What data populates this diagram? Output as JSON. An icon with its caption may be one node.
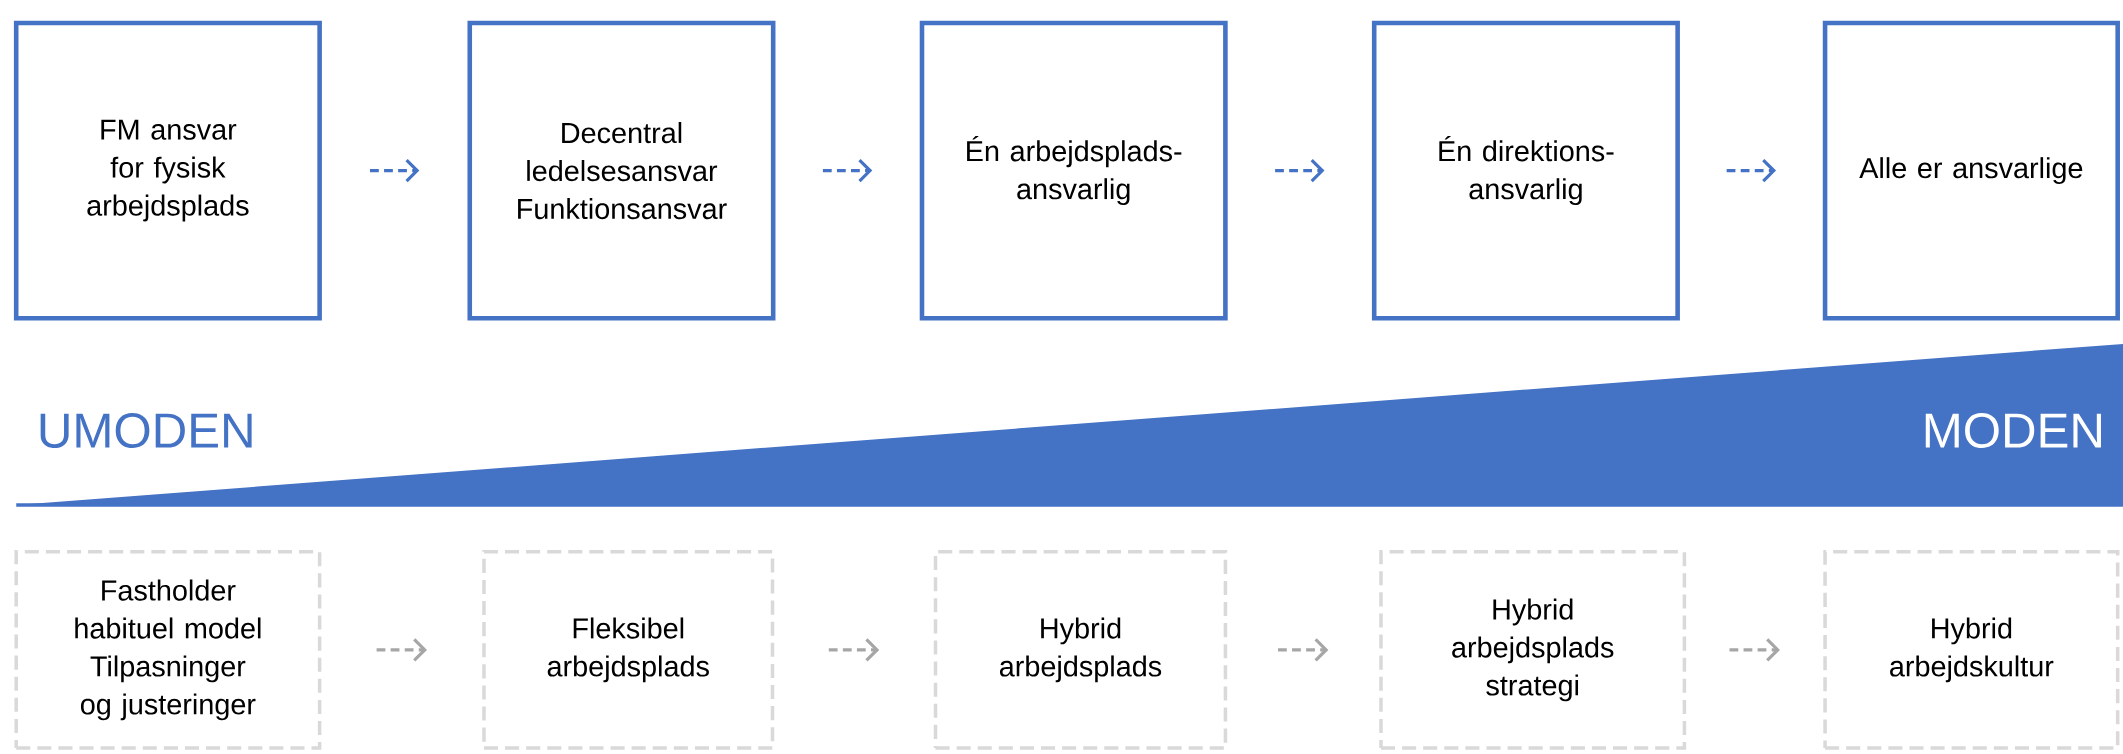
{
  "diagram": {
    "nodes": [
      {
        "text": [
          "FM ansvar for fysisk arbejdsplads"
        ]
      },
      {
        "text": [
          "Decentral ledelsesansvar Funktionsansvar"
        ]
      },
      {
        "text": [
          "Én arbejdsplads-ansvarlig"
        ]
      },
      {
        "text": [
          "Én direktions-ansvarlig"
        ]
      },
      {
        "text": [
          "Alle er ansvarlige"
        ]
      },
      {
        "text": [
          "Fastholder habituel model Tilpasninger og justeringer"
        ]
      },
      {
        "text": [
          "Fleksibel arbejdsplads"
        ]
      },
      {
        "text": [
          "Hybrid arbejdsplads"
        ]
      },
      {
        "text": [
          "Hybrid arbejdsplads strategi"
        ]
      },
      {
        "text": [
          "Hybrid arbejdskultur"
        ]
      }
    ],
    "edges": [
      {
        "from": 0,
        "to": 1,
        "arrow": "to",
        "style": "dashed",
        "color": "#4472c4"
      },
      {
        "from": 1,
        "to": 2,
        "arrow": "to",
        "style": "dashed",
        "color": "#4472c4"
      },
      {
        "from": 2,
        "to": 3,
        "arrow": "to",
        "style": "dashed",
        "color": "#4472c4"
      },
      {
        "from": 3,
        "to": 4,
        "arrow": "to",
        "style": "dashed",
        "color": "#4472c4"
      },
      {
        "from": 5,
        "to": 6,
        "arrow": "to",
        "style": "dashed",
        "color": "#a6a6a6"
      },
      {
        "from": 6,
        "to": 7,
        "arrow": "to",
        "style": "dashed",
        "color": "#a6a6a6"
      },
      {
        "from": 7,
        "to": 8,
        "arrow": "to",
        "style": "dashed",
        "color": "#a6a6a6"
      },
      {
        "from": 8,
        "to": 9,
        "arrow": "to",
        "style": "dashed",
        "color": "#a6a6a6"
      }
    ],
    "labels": [
      "UMODEN",
      "MODEN"
    ]
  }
}
